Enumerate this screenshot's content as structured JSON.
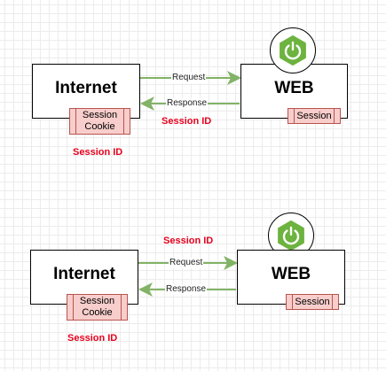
{
  "diagram1": {
    "client_label": "Internet",
    "server_label": "WEB",
    "cookie_label": "Session Cookie",
    "session_label": "Session",
    "request_label": "Request",
    "response_label": "Response",
    "session_id_mid": "Session ID",
    "session_id_bottom": "Session ID"
  },
  "diagram2": {
    "client_label": "Internet",
    "server_label": "WEB",
    "cookie_label": "Session Cookie",
    "session_label": "Session",
    "request_label": "Request",
    "response_label": "Response",
    "session_id_top": "Session ID",
    "session_id_bottom": "Session ID"
  },
  "icons": {
    "server_logo": "spring-boot-power-icon"
  },
  "colors": {
    "arrow": "#82b366",
    "session_fill": "#f8cecc",
    "session_stroke": "#b85450",
    "red_text": "#e8001c"
  }
}
